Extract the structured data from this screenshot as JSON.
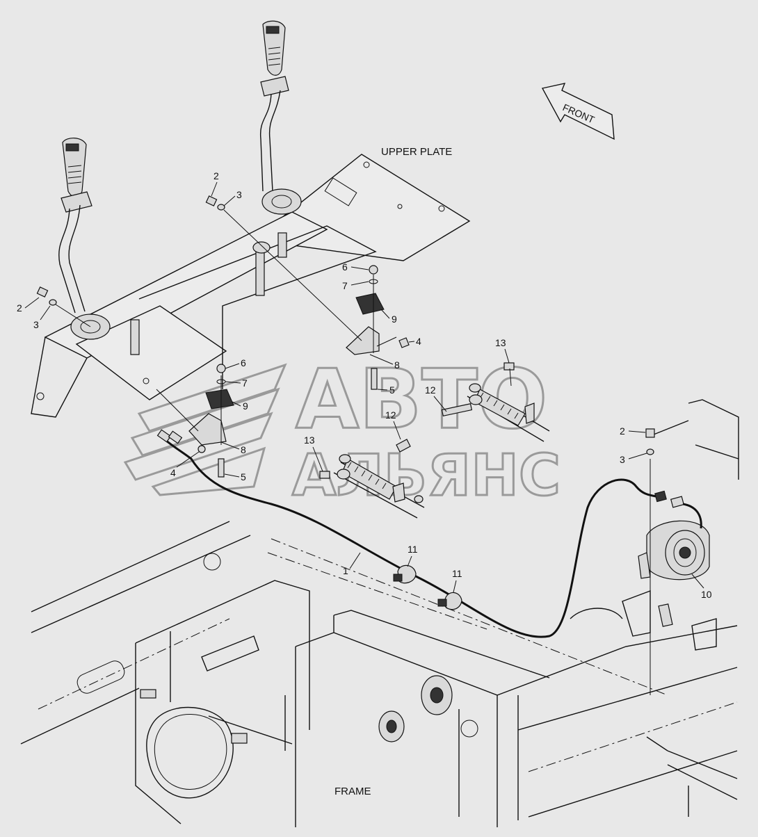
{
  "labels": {
    "upper_plate": "UPPER PLATE",
    "frame": "FRAME",
    "front": "FRONT"
  },
  "watermark": {
    "line1": "АВТО",
    "line2": "АЛЬЯНС"
  },
  "callouts": {
    "c1": "1",
    "c2a": "2",
    "c2b": "2",
    "c2c": "2",
    "c3a": "3",
    "c3b": "3",
    "c3c": "3",
    "c4a": "4",
    "c4b": "4",
    "c5a": "5",
    "c5b": "5",
    "c6a": "6",
    "c6b": "6",
    "c7a": "7",
    "c7b": "7",
    "c8a": "8",
    "c8b": "8",
    "c9a": "9",
    "c9b": "9",
    "c10": "10",
    "c11a": "11",
    "c11b": "11",
    "c12a": "12",
    "c12b": "12",
    "c13a": "13",
    "c13b": "13"
  },
  "colors": {
    "background": "#e8e8e8",
    "line": "#111111",
    "watermark": "#9a9a9a"
  }
}
